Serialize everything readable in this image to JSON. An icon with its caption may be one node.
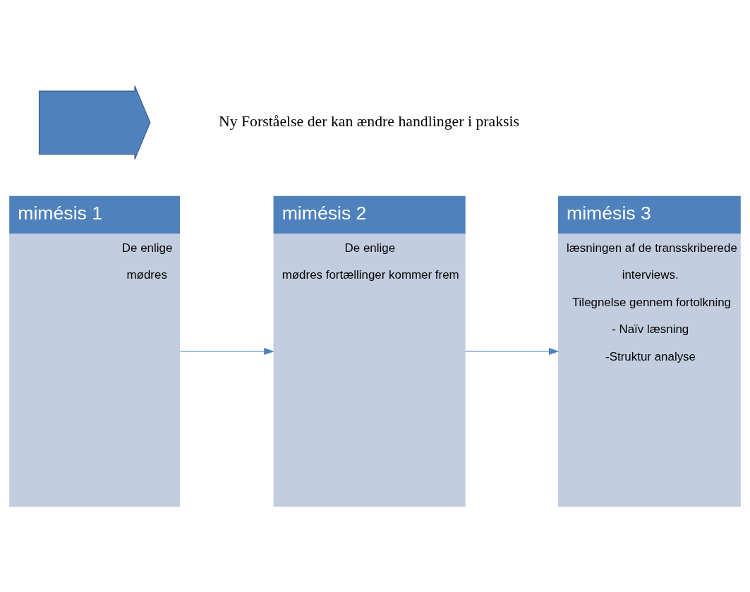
{
  "diagram": {
    "nodes": [
      {
        "text": [
          "mimésis 1",
          "De enlige",
          "mødres"
        ]
      },
      {
        "text": [
          "mimésis 2",
          "De enlige",
          "mødres fortællinger kommer frem"
        ]
      },
      {
        "text": [
          "mimésis 3",
          "læsningen af de transskriberede",
          "interviews.",
          "Tilegnelse gennem fortolkning",
          "- Naïv læsning",
          "-Struktur analyse"
        ]
      },
      {
        "text": [],
        "shape": "arrow"
      }
    ],
    "edges": [
      {
        "from": 0,
        "to": 1,
        "arrow": "to"
      },
      {
        "from": 1,
        "to": 2,
        "arrow": "to"
      }
    ],
    "labels": [
      "Ny Forståelse der kan ændre handlinger i praksis"
    ]
  }
}
